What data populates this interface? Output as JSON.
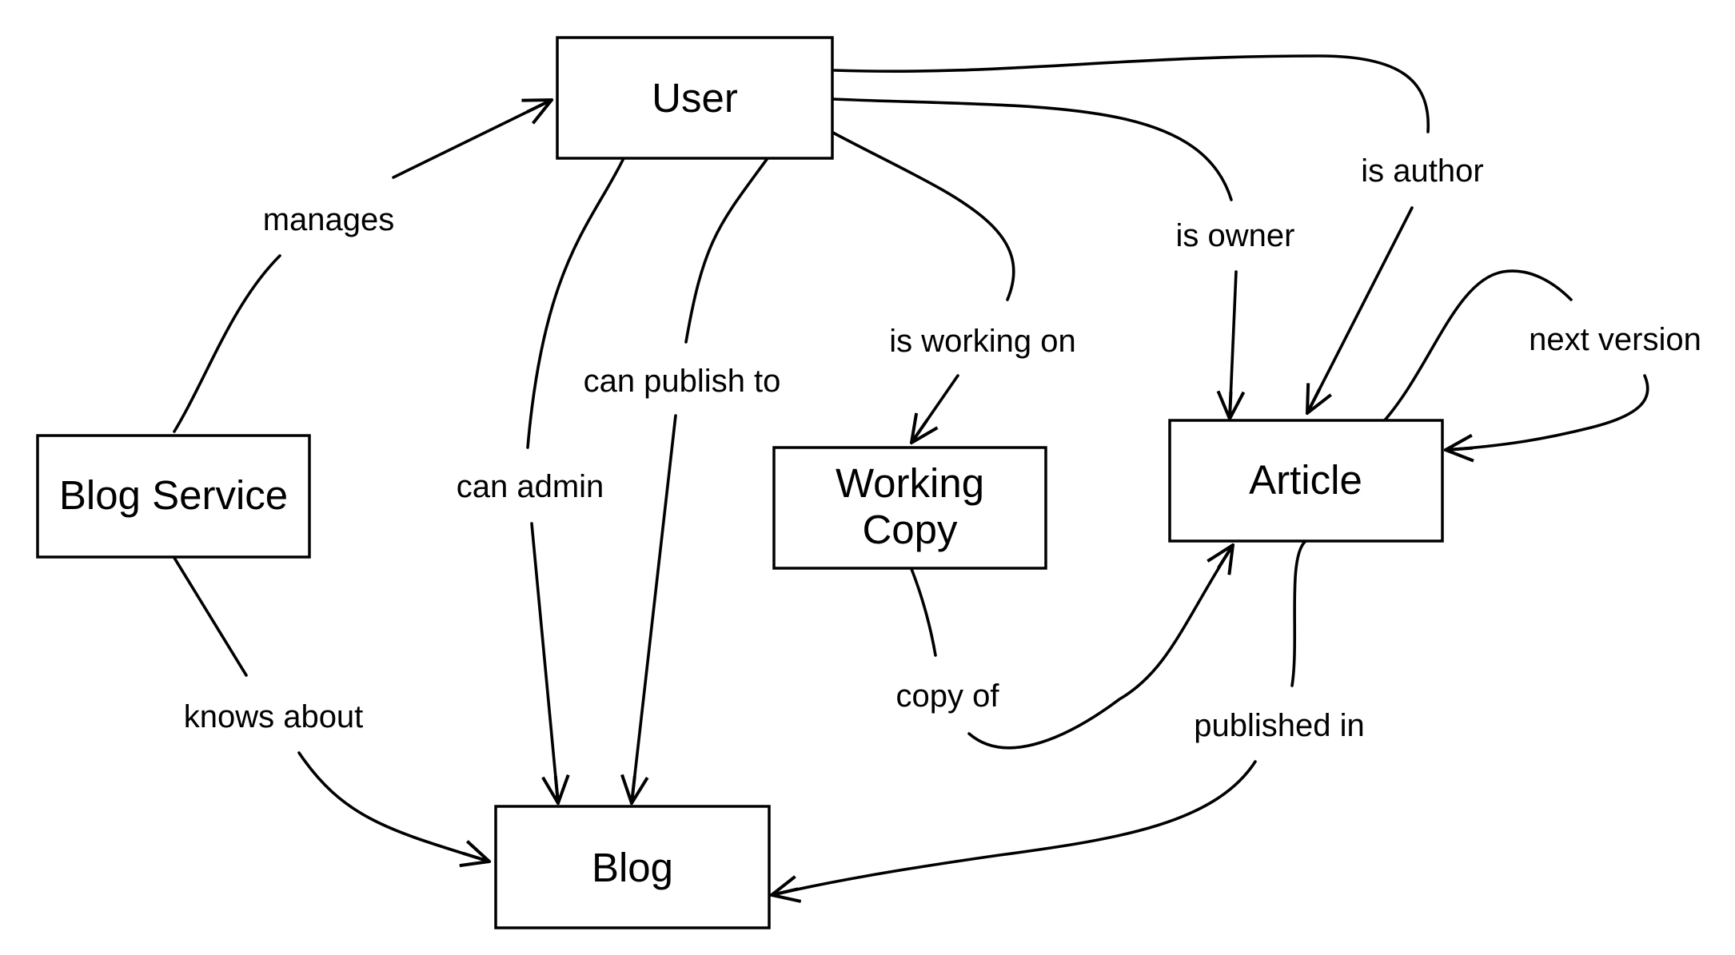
{
  "nodes": {
    "user": "User",
    "blog_service": "Blog Service",
    "working_copy_line1": "Working",
    "working_copy_line2": "Copy",
    "article": "Article",
    "blog": "Blog"
  },
  "edges": {
    "manages": "manages",
    "knows_about": "knows about",
    "can_admin": "can admin",
    "can_publish_to": "can publish to",
    "is_working_on": "is working on",
    "is_owner": "is owner",
    "is_author": "is author",
    "next_version": "next version",
    "copy_of": "copy of",
    "published_in": "published in"
  },
  "colors": {
    "stroke": "#000000",
    "background": "#ffffff"
  }
}
